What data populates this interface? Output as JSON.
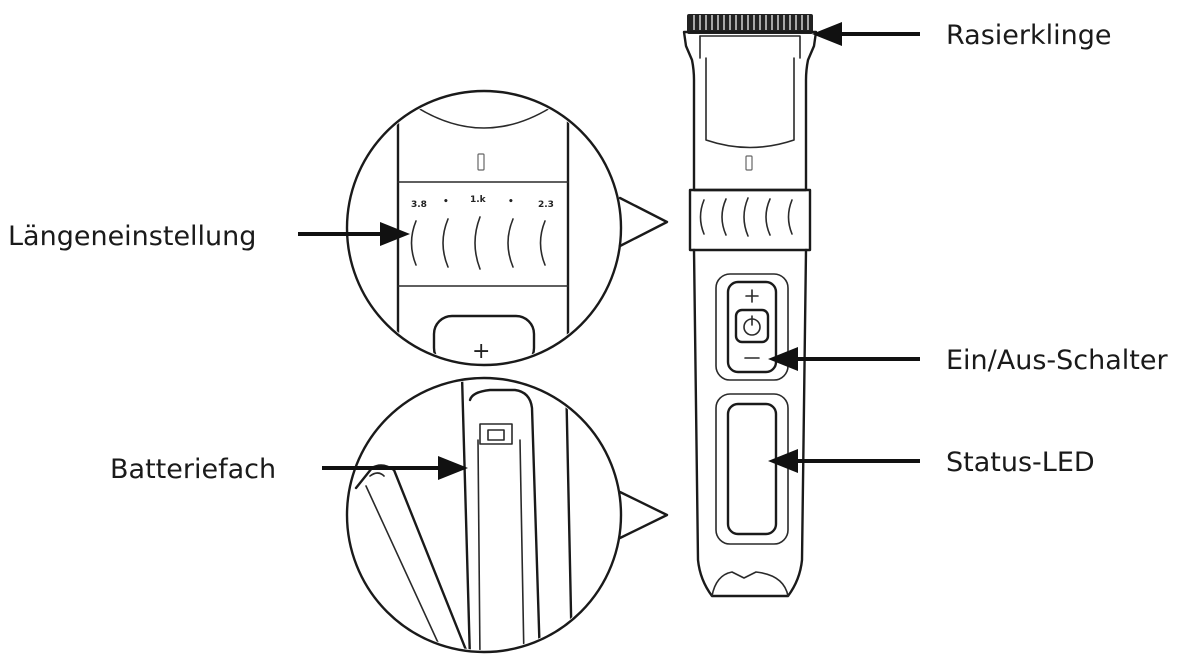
{
  "labels": {
    "blade": "Rasierklinge",
    "length": "Längeneinstellung",
    "power": "Ein/Aus-Schalter",
    "battery": "Batteriefach",
    "led": "Status-LED"
  },
  "scale_ticks": [
    "3.8",
    "•",
    "1.k",
    "•",
    "2.3"
  ],
  "button_symbols": {
    "plus": "+",
    "minus": "−",
    "power": "⏻"
  },
  "colors": {
    "line": "#1a1a1a",
    "arrow": "#111111",
    "background": "#ffffff"
  }
}
